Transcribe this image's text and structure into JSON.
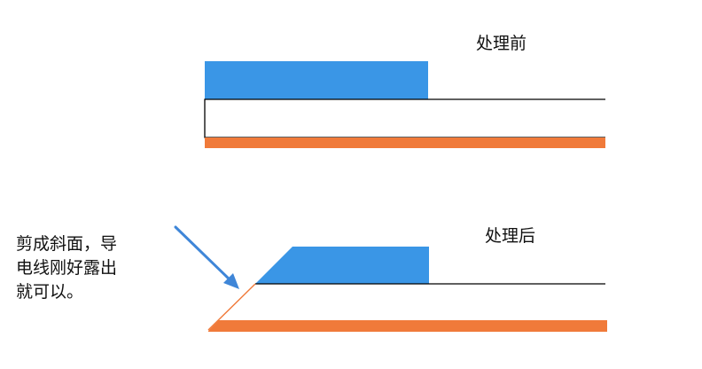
{
  "diagram": {
    "before": {
      "title": "处理前"
    },
    "after": {
      "title": "处理后"
    },
    "annotation": {
      "lines": [
        "剪成斜面，导",
        "电线刚好露出",
        "就可以。"
      ]
    },
    "colors": {
      "conductor": "#3a96e6",
      "insulation_fill": "#ffffff",
      "insulation_stroke": "#000000",
      "base_strip": "#f07a3a",
      "arrow": "#3f86d8",
      "background": "#ffffff"
    }
  }
}
